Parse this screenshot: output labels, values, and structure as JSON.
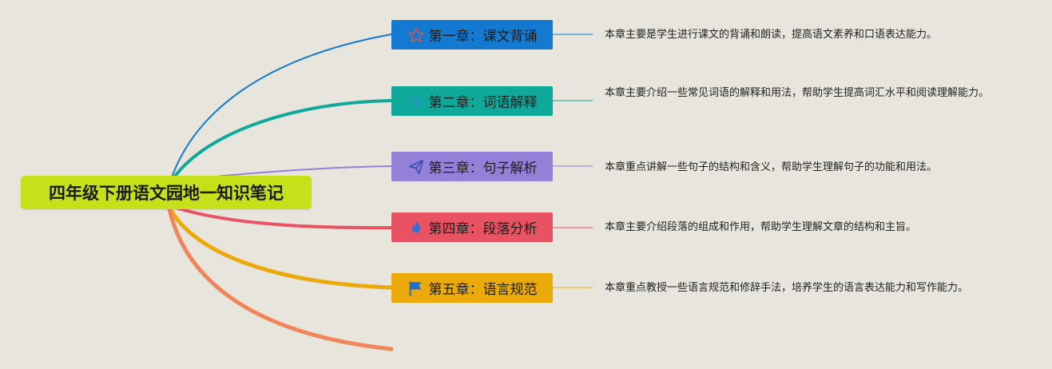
{
  "root": {
    "title": "四年级下册语文园地一知识笔记",
    "color": "#c6e01a"
  },
  "chapters": [
    {
      "label": "第一章：课文背诵",
      "description": "本章主要是学生进行课文的背诵和朗读，提高语文素养和口语表达能力。",
      "color": "#1479d1",
      "line_color": "#1479d1",
      "icon": "star-outline-icon"
    },
    {
      "label": "第二章：词语解释",
      "description": "本章主要介绍一些常见词语的解释和用法，帮助学生提高词汇水平和阅读理解能力。",
      "color": "#0fa99b",
      "line_color": "#0fa99b",
      "icon": "star-icon"
    },
    {
      "label": "第三章：句子解析",
      "description": "本章重点讲解一些句子的结构和含义，帮助学生理解句子的功能和用法。",
      "color": "#9380d8",
      "line_color": "#9380d8",
      "icon": "paper-plane-icon"
    },
    {
      "label": "第四章：段落分析",
      "description": "本章主要介绍段落的组成和作用，帮助学生理解文章的结构和主旨。",
      "color": "#e85263",
      "line_color": "#e85263",
      "icon": "flame-icon"
    },
    {
      "label": "第五章：语言规范",
      "description": "本章重点教授一些语言规范和修辞手法，培养学生的语言表达能力和写作能力。",
      "color": "#ecaa0a",
      "line_color": "#ecaa0a",
      "icon": "flag-icon"
    }
  ],
  "extra_branch": {
    "color": "#f0845a"
  }
}
